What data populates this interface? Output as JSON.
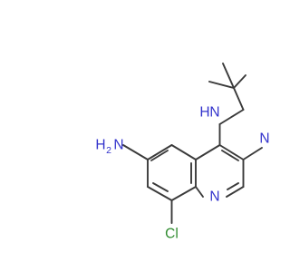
{
  "molecule": {
    "labels": {
      "n_amine_h": "H",
      "n_amine_n": "N",
      "nh2_h": "H",
      "nh2_sub": "2",
      "nh2_n": "N",
      "nitrile_n": "N",
      "ring_n": "N",
      "chloro": "Cl"
    },
    "colors": {
      "bond": "#3a3a3a",
      "nitrogen": "#3333cc",
      "chlorine": "#2e8b2e"
    }
  }
}
